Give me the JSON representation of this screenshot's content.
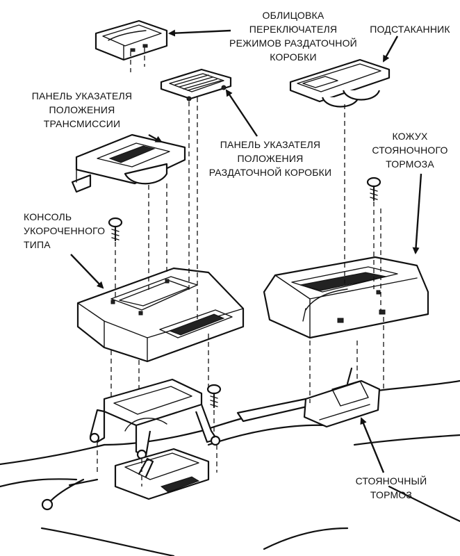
{
  "labels": {
    "transfer_bezel": [
      "ОБЛИЦОВКА",
      "ПЕРЕКЛЮЧАТЕЛЯ",
      "РЕЖИМОВ РАЗДАТОЧНОЙ",
      "КОРОБКИ"
    ],
    "cup_holder": [
      "ПОДСТАКАННИК"
    ],
    "trans_indicator": [
      "ПАНЕЛЬ УКАЗАТЕЛЯ",
      "ПОЛОЖЕНИЯ",
      "ТРАНСМИССИИ"
    ],
    "transfer_indicator": [
      "ПАНЕЛЬ УКАЗАТЕЛЯ",
      "ПОЛОЖЕНИЯ",
      "РАЗДАТОЧНОЙ КОРОБКИ"
    ],
    "brake_cover": [
      "КОЖУХ",
      "СТОЯНОЧНОГО",
      "ТОРМОЗА"
    ],
    "short_console": [
      "КОНСОЛЬ",
      "УКОРОЧЕННОГО",
      "ТИПА"
    ],
    "parking_brake": [
      "СТОЯНОЧНЫЙ",
      "ТОРМОЗ"
    ]
  },
  "colors": {
    "ink": "#111111",
    "paper": "#ffffff"
  }
}
